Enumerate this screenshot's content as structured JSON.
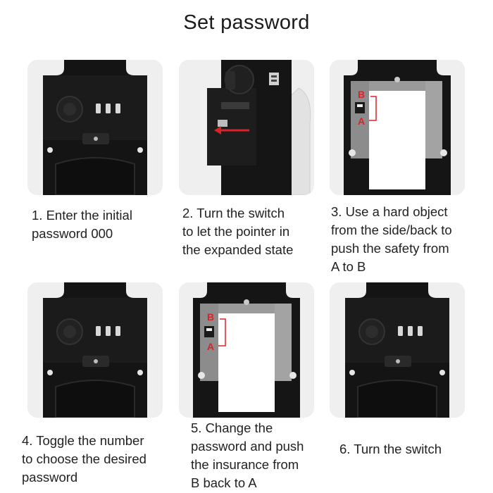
{
  "title": "Set password",
  "steps": [
    {
      "lines": [
        "1. Enter the initial",
        "password 000"
      ]
    },
    {
      "lines": [
        "2. Turn the switch",
        "to let the pointer in",
        "the expanded state"
      ]
    },
    {
      "lines": [
        "3. Use a hard object",
        "from the side/back to",
        "push the safety from",
        "A to B"
      ]
    },
    {
      "lines": [
        "4. Toggle the number",
        "to choose the desired",
        "password"
      ]
    },
    {
      "lines": [
        "5. Change the",
        "password and push",
        "the insurance from",
        "B back to A"
      ]
    },
    {
      "lines": [
        "6. Turn the switch"
      ]
    }
  ],
  "labels": {
    "b": "B",
    "a": "A"
  },
  "colors": {
    "lock_body": "#141414",
    "card_bg": "#efefef",
    "arrow_red": "#d8232a",
    "steel": "#9a9a9a"
  }
}
